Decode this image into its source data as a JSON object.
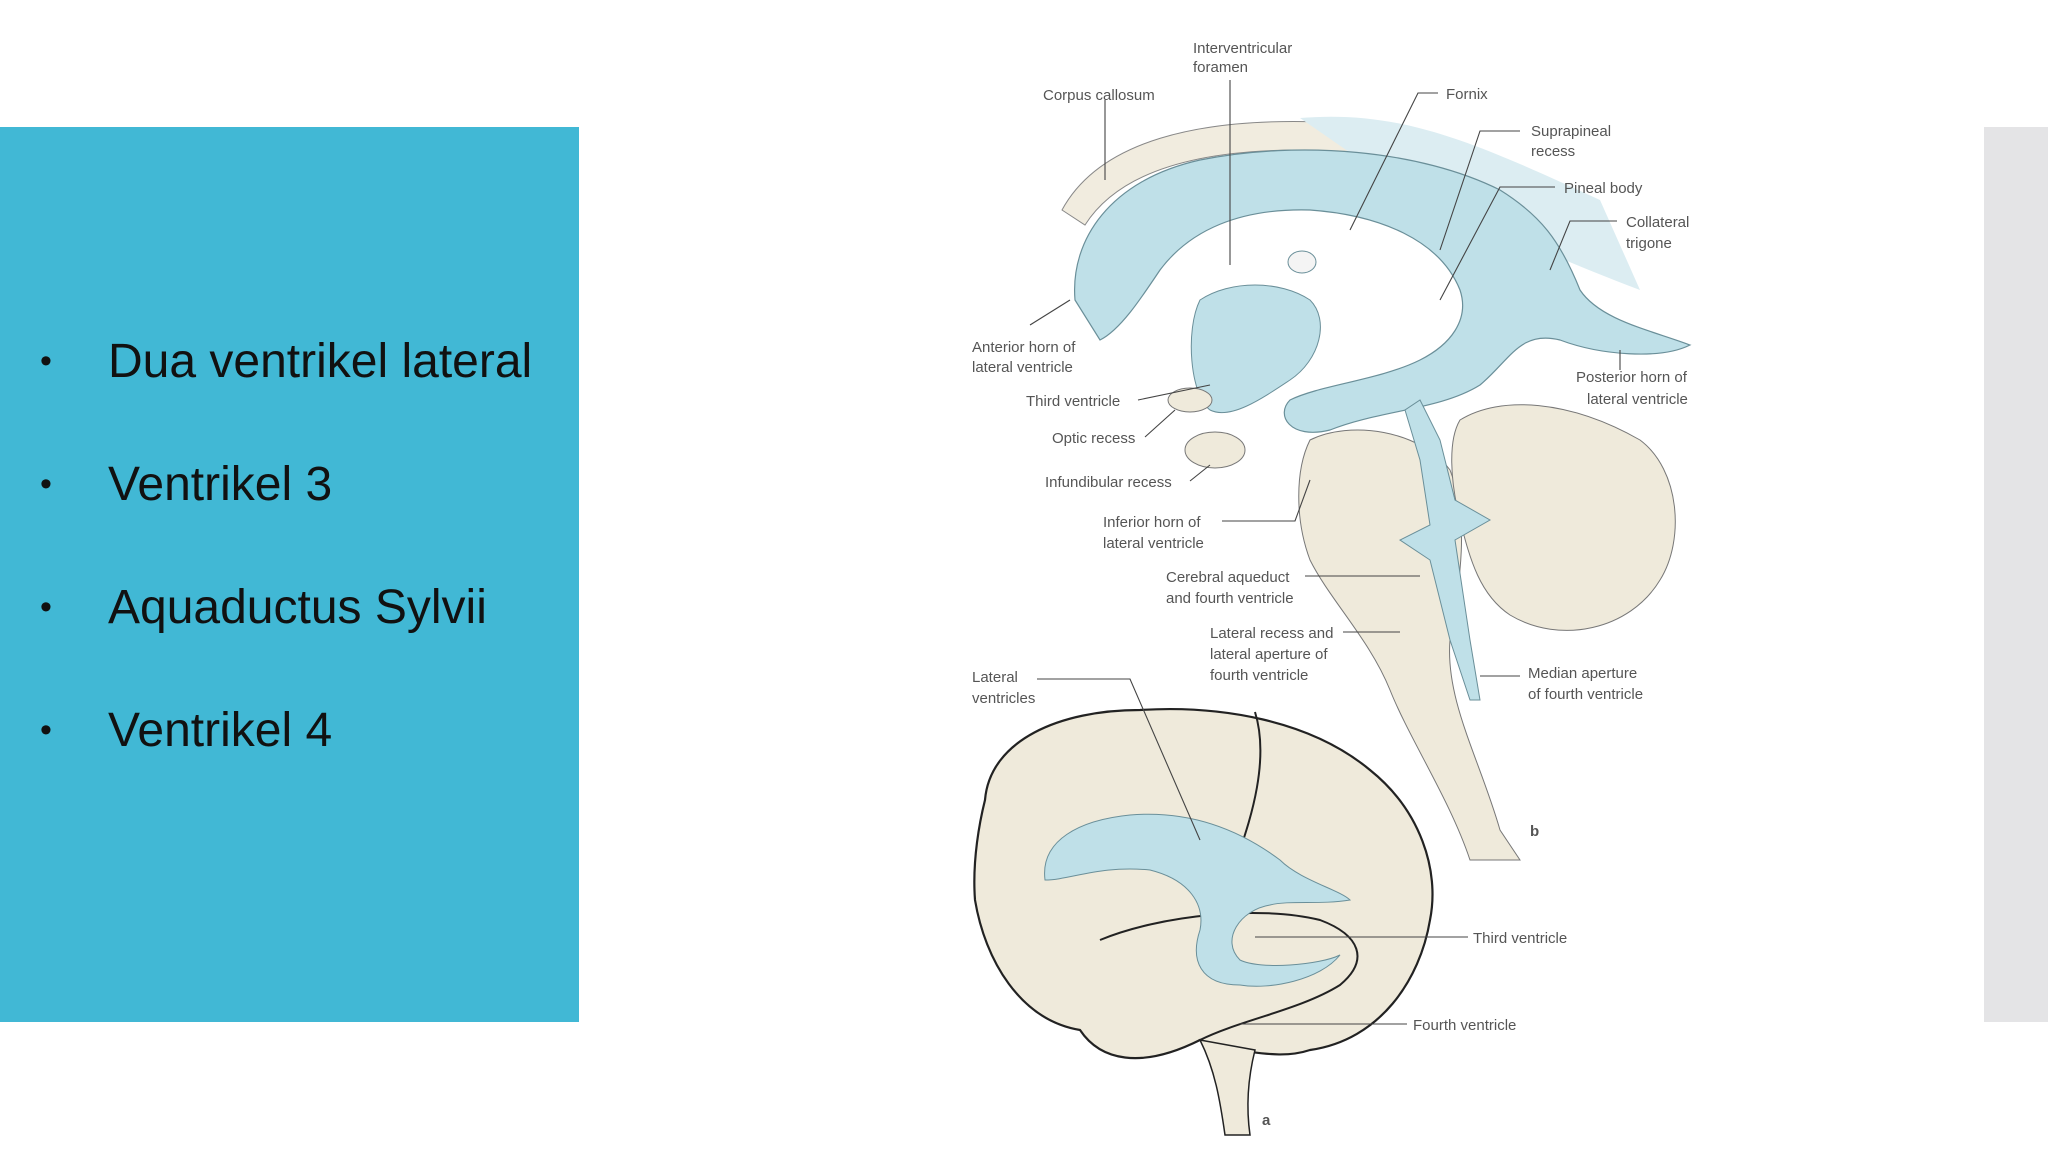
{
  "slide": {
    "bullets": [
      "Dua ventrikel lateral",
      "Ventrikel 3",
      "Aquaductus Sylvii",
      "Ventrikel 4"
    ],
    "bullet_symbol": "•"
  },
  "figure": {
    "labels": {
      "interventricular_foramen_1": "Interventricular",
      "interventricular_foramen_2": "foramen",
      "corpus_callosum": "Corpus callosum",
      "fornix": "Fornix",
      "suprapineal_1": "Suprapineal",
      "suprapineal_2": "recess",
      "pineal_body": "Pineal body",
      "collateral_1": "Collateral",
      "collateral_2": "trigone",
      "anterior_horn_1": "Anterior horn of",
      "anterior_horn_2": "lateral ventricle",
      "third_ventricle_b": "Third ventricle",
      "optic_recess": "Optic recess",
      "infundibular_recess": "Infundibular recess",
      "posterior_horn_1": "Posterior horn of",
      "posterior_horn_2": "lateral ventricle",
      "inferior_horn_1": "Inferior horn of",
      "inferior_horn_2": "lateral ventricle",
      "cerebral_aqueduct_1": "Cerebral aqueduct",
      "cerebral_aqueduct_2": "and fourth ventricle",
      "lateral_recess_1": "Lateral recess and",
      "lateral_recess_2": "lateral aperture of",
      "lateral_recess_3": "fourth ventricle",
      "median_aperture_1": "Median aperture",
      "median_aperture_2": "of fourth ventricle",
      "lateral_ventricles_1": "Lateral",
      "lateral_ventricles_2": "ventricles",
      "panel_b": "b",
      "third_ventricle_a": "Third ventricle",
      "fourth_ventricle_a": "Fourth ventricle",
      "panel_a": "a"
    },
    "colors": {
      "ventricle_blue": "#bfe0e8",
      "tissue_cream": "#efeadb",
      "accent_panel": "#41b8d5"
    }
  }
}
